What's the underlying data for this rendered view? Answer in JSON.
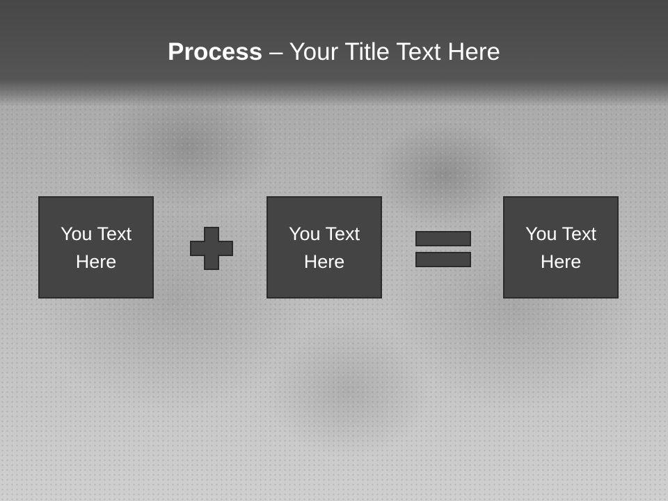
{
  "slide": {
    "title_bold": "Process",
    "title_rest": " – Your Title Text Here"
  },
  "process": {
    "box1": "You Text Here",
    "operator1_icon": "plus-icon",
    "box2": "You Text Here",
    "operator2_icon": "equals-icon",
    "box3": "You Text Here"
  },
  "colors": {
    "title_bar": "#4d4d4d",
    "box_fill": "#444444",
    "box_border": "#2a2a2a",
    "text": "#ffffff"
  }
}
